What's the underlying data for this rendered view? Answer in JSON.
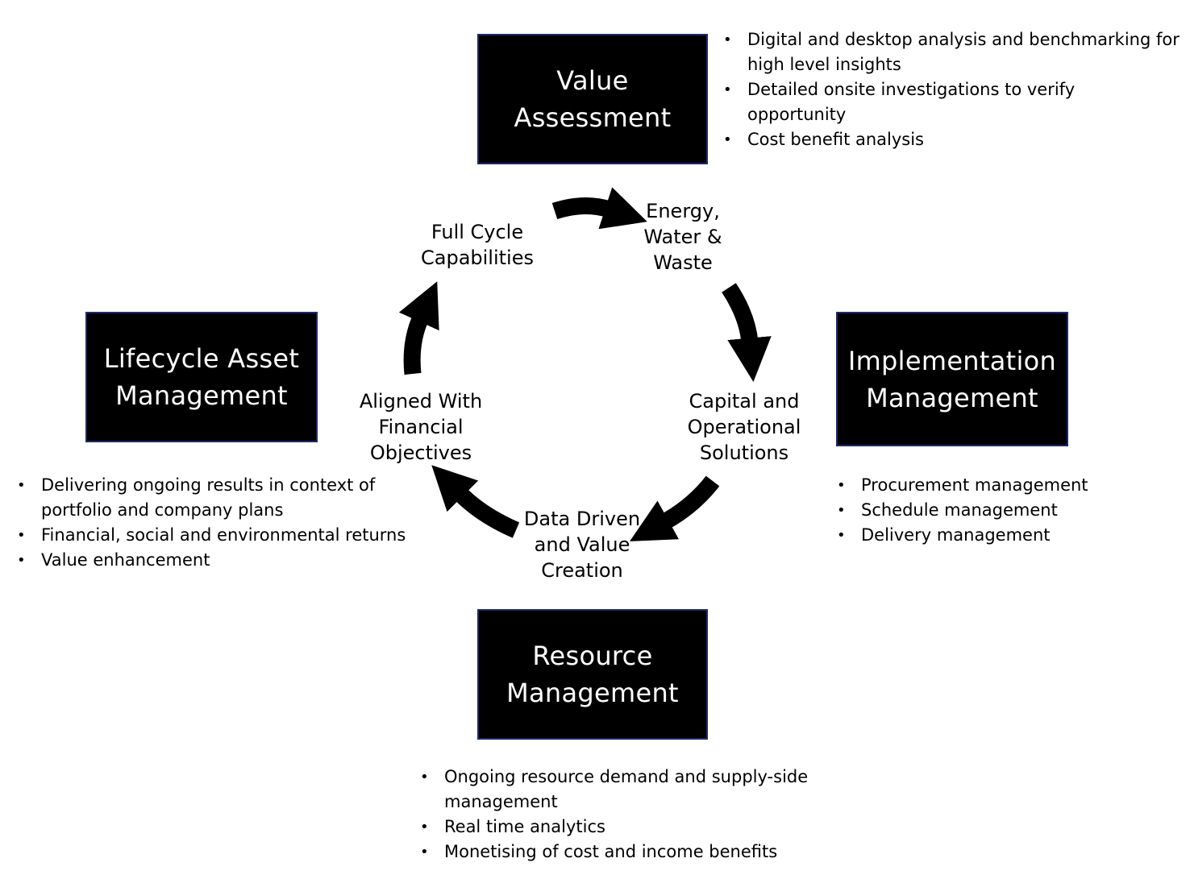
{
  "boxes": {
    "value_assessment": {
      "line1": "Value",
      "line2": "Assessment"
    },
    "implementation_management": {
      "line1": "Implementation",
      "line2": "Management"
    },
    "resource_management": {
      "line1": "Resource",
      "line2": "Management"
    },
    "lifecycle_asset_management": {
      "line1": "Lifecycle Asset",
      "line2": "Management"
    }
  },
  "cycle": {
    "full_cycle": {
      "line1": "Full Cycle",
      "line2": "Capabilities"
    },
    "energy": {
      "line1": "Energy,",
      "line2": "Water &",
      "line3": "Waste"
    },
    "capital": {
      "line1": "Capital and",
      "line2": "Operational",
      "line3": "Solutions"
    },
    "data_driven": {
      "line1": "Data Driven",
      "line2": "and Value",
      "line3": "Creation"
    },
    "aligned": {
      "line1": "Aligned With",
      "line2": "Financial",
      "line3": "Objectives"
    }
  },
  "bullets": {
    "value_assessment": [
      "Digital and desktop analysis and benchmarking for high level insights",
      "Detailed onsite investigations to verify opportunity",
      "Cost benefit analysis"
    ],
    "implementation_management": [
      "Procurement management",
      "Schedule management",
      "Delivery management"
    ],
    "resource_management": [
      "Ongoing resource demand and supply-side management",
      "Real time analytics",
      "Monetising of cost and income benefits"
    ],
    "lifecycle_asset_management": [
      "Delivering ongoing results in context of portfolio and company plans",
      "Financial, social and environmental returns",
      "Value enhancement"
    ]
  },
  "colors": {
    "box_fill": "#000000",
    "box_border": "#1f2a6e",
    "box_text": "#ffffff",
    "arrow": "#000000"
  },
  "icons": [
    "curved-arrow-icon"
  ]
}
